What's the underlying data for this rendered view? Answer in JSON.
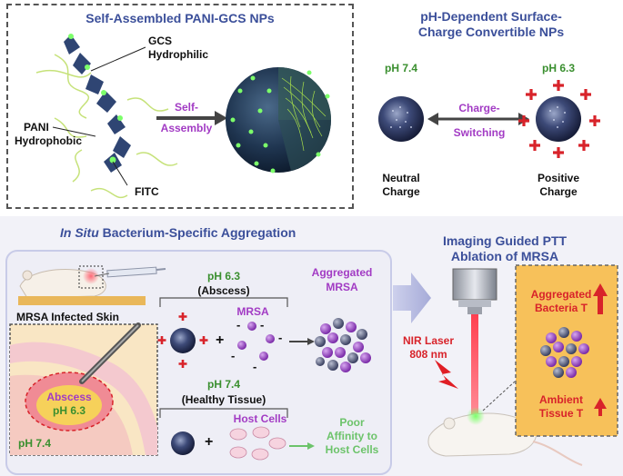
{
  "colors": {
    "title_blue": "#3b4f9a",
    "green": "#3a8f2f",
    "purple": "#a23bc4",
    "red": "#d8232a",
    "light_green": "#6cc36a",
    "panel_bg": "#eeeef6",
    "orange_box": "#f7c15a"
  },
  "panel_a": {
    "title": "Self-Assembled PANI-GCS NPs",
    "gcs_label": "GCS",
    "gcs_prop": "Hydrophilic",
    "pani_label": "PANI",
    "pani_prop": "Hydrophobic",
    "fitc_label": "FITC",
    "arrow_line1": "Self-",
    "arrow_line2": "Assembly"
  },
  "panel_b": {
    "title_line1": "pH-Dependent Surface-",
    "title_line2": "Charge Convertible NPs",
    "ph_left": "pH 7.4",
    "ph_right": "pH 6.3",
    "switch_line1": "Charge-",
    "switch_line2": "Switching",
    "neutral_line1": "Neutral",
    "neutral_line2": "Charge",
    "positive_line1": "Positive",
    "positive_line2": "Charge"
  },
  "panel_c": {
    "title_italic": "In Situ",
    "title_rest": " Bacterium-Specific Aggregation",
    "skin_label": "MRSA Infected Skin",
    "abscess_label": "Abscess",
    "abscess_ph": "pH 6.3",
    "skin_ph": "pH 7.4",
    "top_ph": "pH 6.3",
    "top_condition": "(Abscess)",
    "mrsa_label": "MRSA",
    "aggregated_line1": "Aggregated",
    "aggregated_line2": "MRSA",
    "bottom_ph": "pH 7.4",
    "bottom_condition": "(Healthy Tissue)",
    "host_label": "Host Cells",
    "poor_line1": "Poor",
    "poor_line2": "Affinity to",
    "poor_line3": "Host Cells",
    "plus_sign": "+",
    "minus_sign": "-"
  },
  "panel_d": {
    "title_line1": "Imaging Guided PTT",
    "title_line2": "Ablation of MRSA",
    "laser_line1": "NIR Laser",
    "laser_line2": "808 nm",
    "aggr_line1": "Aggregated",
    "aggr_line2": "Bacteria T",
    "ambient_line1": "Ambient",
    "ambient_line2": "Tissue T"
  }
}
